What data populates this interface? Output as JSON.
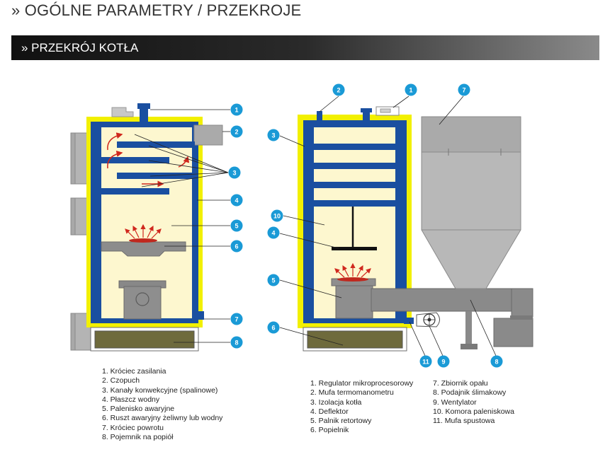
{
  "header": {
    "title": "» OGÓLNE PARAMETRY / PRZEKROJE",
    "section": "» PRZEKRÓJ KOTŁA"
  },
  "colors": {
    "insulation": "#f2f000",
    "water_jacket": "#1a4fa0",
    "chamber": "#fdf7cf",
    "metal": "#9a9a9a",
    "ash": "#6e6a3c",
    "callout": "#1a9ad6",
    "flame": "#d0281e"
  },
  "left_diagram": {
    "callouts": [
      "1",
      "2",
      "3",
      "4",
      "5",
      "6",
      "7",
      "8"
    ],
    "legend": [
      "1. Króciec zasilania",
      "2. Czopuch",
      "3. Kanały konwekcyjne (spalinowe)",
      "4. Płaszcz wodny",
      "5. Palenisko awaryjne",
      "6. Ruszt awaryjny żeliwny lub wodny",
      "7. Króciec powrotu",
      "8. Pojemnik na popiół"
    ]
  },
  "right_diagram": {
    "callouts": [
      "2",
      "1",
      "7",
      "3",
      "10",
      "4",
      "5",
      "6",
      "11",
      "9",
      "8"
    ],
    "legend_col1": [
      "1. Regulator mikroprocesorowy",
      "2. Mufa termomanometru",
      "3. Izolacja kotła",
      "4. Deflektor",
      "5. Palnik retortowy",
      "6. Popielnik"
    ],
    "legend_col2": [
      "7. Zbiornik opału",
      "8. Podajnik ślimakowy",
      "9. Wentylator",
      "10. Komora paleniskowa",
      "11. Mufa spustowa"
    ]
  }
}
